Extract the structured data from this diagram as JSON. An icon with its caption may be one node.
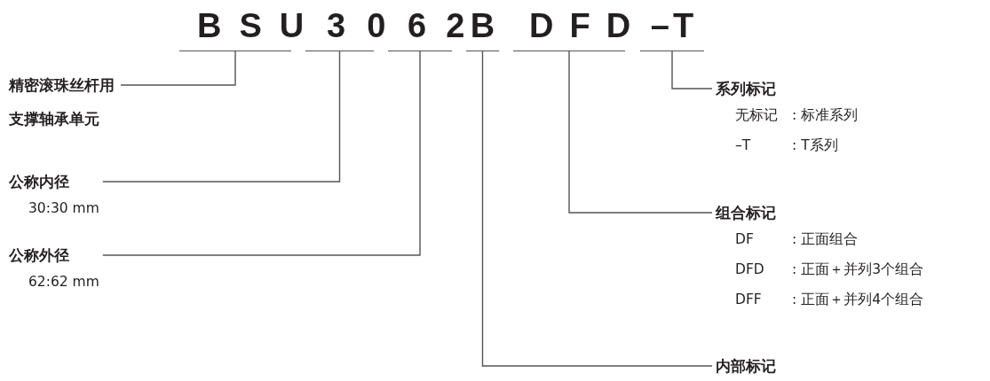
{
  "diagram": {
    "nodes": [
      {
        "text": [
          "BSU"
        ]
      },
      {
        "text": [
          "30"
        ]
      },
      {
        "text": [
          "62"
        ]
      },
      {
        "text": [
          "B"
        ]
      },
      {
        "text": [
          "DFD"
        ]
      },
      {
        "text": [
          "–T"
        ]
      },
      {
        "text": [
          "精密滚珠丝杆用支撑轴承单元"
        ]
      },
      {
        "text": [
          "公称内径",
          "30:30 mm"
        ]
      },
      {
        "text": [
          "公称外径",
          "62:62 mm"
        ]
      },
      {
        "text": [
          "系列标记",
          "无标记",
          ": 标准系列",
          "–T",
          ": T系列"
        ]
      },
      {
        "text": [
          "组合标记",
          "DF",
          ": 正面组合",
          "DFD",
          ": 正面＋并列3个组合",
          "DFF",
          ": 正面＋并列4个组合"
        ]
      },
      {
        "text": [
          "内部标记"
        ]
      }
    ],
    "edges": [
      {
        "from": 0,
        "to": 6,
        "arrow": "none"
      },
      {
        "from": 1,
        "to": 7,
        "arrow": "none"
      },
      {
        "from": 2,
        "to": 8,
        "arrow": "none"
      },
      {
        "from": 3,
        "to": 11,
        "arrow": "none"
      },
      {
        "from": 4,
        "to": 10,
        "arrow": "none"
      },
      {
        "from": 5,
        "to": 9,
        "arrow": "none"
      }
    ]
  }
}
